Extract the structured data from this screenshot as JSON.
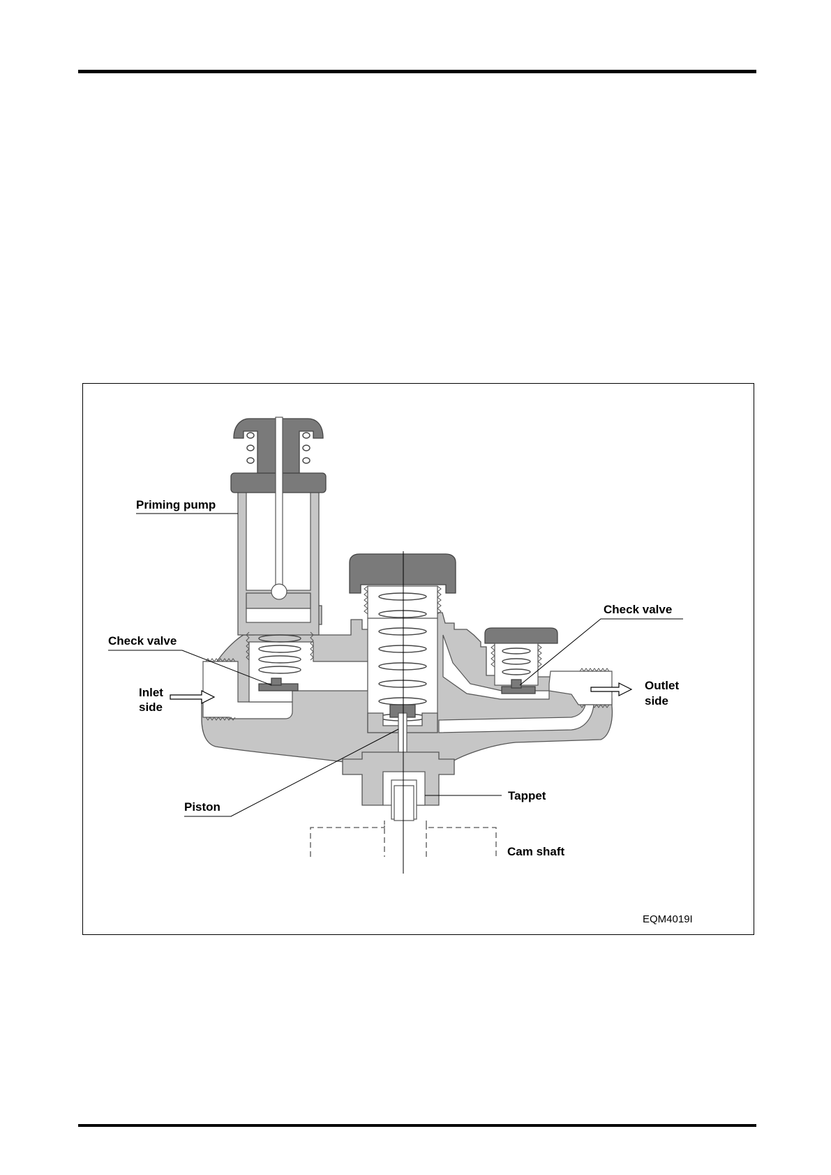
{
  "figure": {
    "code": "EQM4019I",
    "labels": {
      "priming_pump": "Priming pump",
      "check_valve_left": "Check valve",
      "check_valve_right": "Check valve",
      "inlet_line1": "Inlet",
      "inlet_line2": "side",
      "outlet_line1": "Outlet",
      "outlet_line2": "side",
      "piston": "Piston",
      "tappet": "Tappet",
      "cam_shaft": "Cam shaft"
    }
  },
  "colors": {
    "body": "#c6c6c6",
    "cap": "#7a7a7a",
    "rule": "#000000"
  }
}
